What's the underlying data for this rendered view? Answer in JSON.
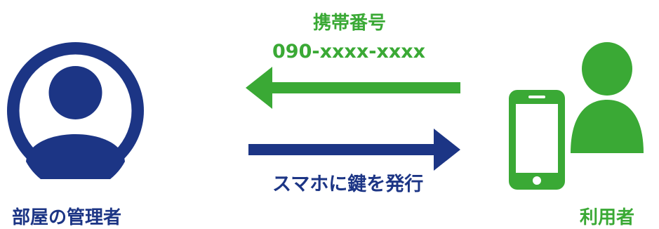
{
  "top_label": {
    "line1": "携帯番号",
    "line2": "090-xxxx-xxxx"
  },
  "bottom_label": "スマホに鍵を発行",
  "admin": {
    "label": "部屋の管理者",
    "icon": "admin-person-icon"
  },
  "user": {
    "label": "利用者",
    "icons": [
      "smartphone-icon",
      "user-person-icon"
    ]
  },
  "colors": {
    "green": "#3aa935",
    "navy": "#1c3585"
  }
}
